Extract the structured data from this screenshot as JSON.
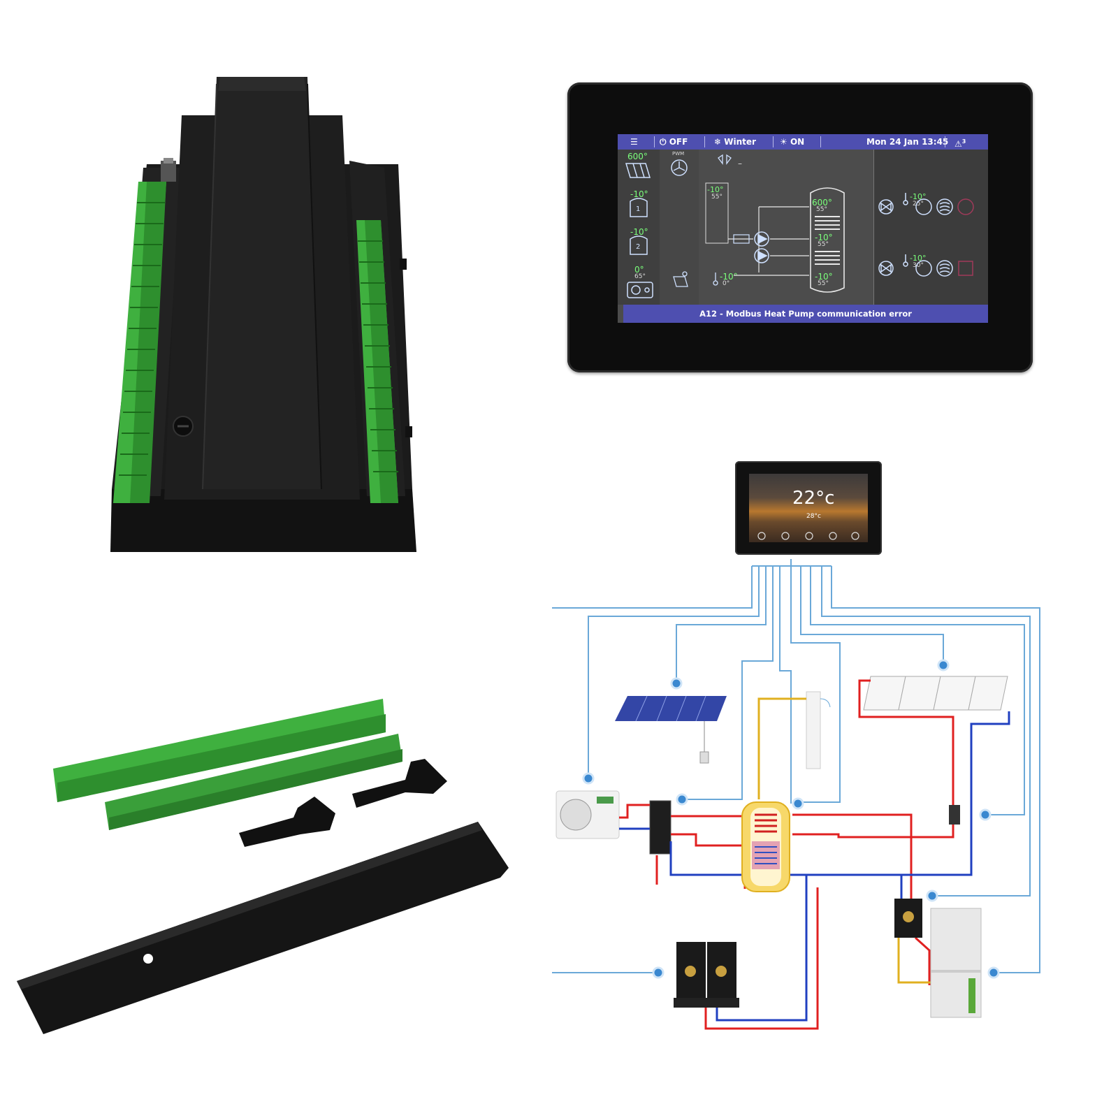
{
  "display": {
    "status_bar": {
      "menu_icon": "menu-icon",
      "power_state": "OFF",
      "season": "Winter",
      "mode_state": "ON",
      "datetime": "Mon 24 Jan 13:45",
      "alarm_count": "3"
    },
    "left_column": {
      "solar_value": "600°",
      "boiler1_value": "-10°",
      "boiler2_value": "-10°",
      "outdoor_value": "0°",
      "outdoor_sub": "65°",
      "pwm_label": "PWM"
    },
    "center": {
      "buffer_value": "-10°",
      "buffer_sub": "55°",
      "tank_top_value": "600°",
      "tank_top_sub": "55°",
      "tank_mid_value": "-10°",
      "tank_mid_sub": "55°",
      "tank_bottom_value": "-10°",
      "tank_bottom_sub": "55°",
      "return_value": "-10°",
      "return_sub": "0°",
      "dash": "–"
    },
    "right": {
      "circuit1_value": "-10°",
      "circuit1_sub": "25°",
      "circuit2_value": "-10°",
      "circuit2_sub": "30°"
    },
    "error_message": "A12 - Modbus Heat Pump communication error"
  },
  "thermostat": {
    "temperature": "22°c",
    "sub_value": "28°c"
  },
  "colors": {
    "screen_bar": "#4e4fb0",
    "terminal_green": "#3fb03f",
    "housing_black": "#141414",
    "pipe_hot": "#e02020",
    "pipe_cold": "#2040c0",
    "signal_line": "#6aa8d8"
  }
}
